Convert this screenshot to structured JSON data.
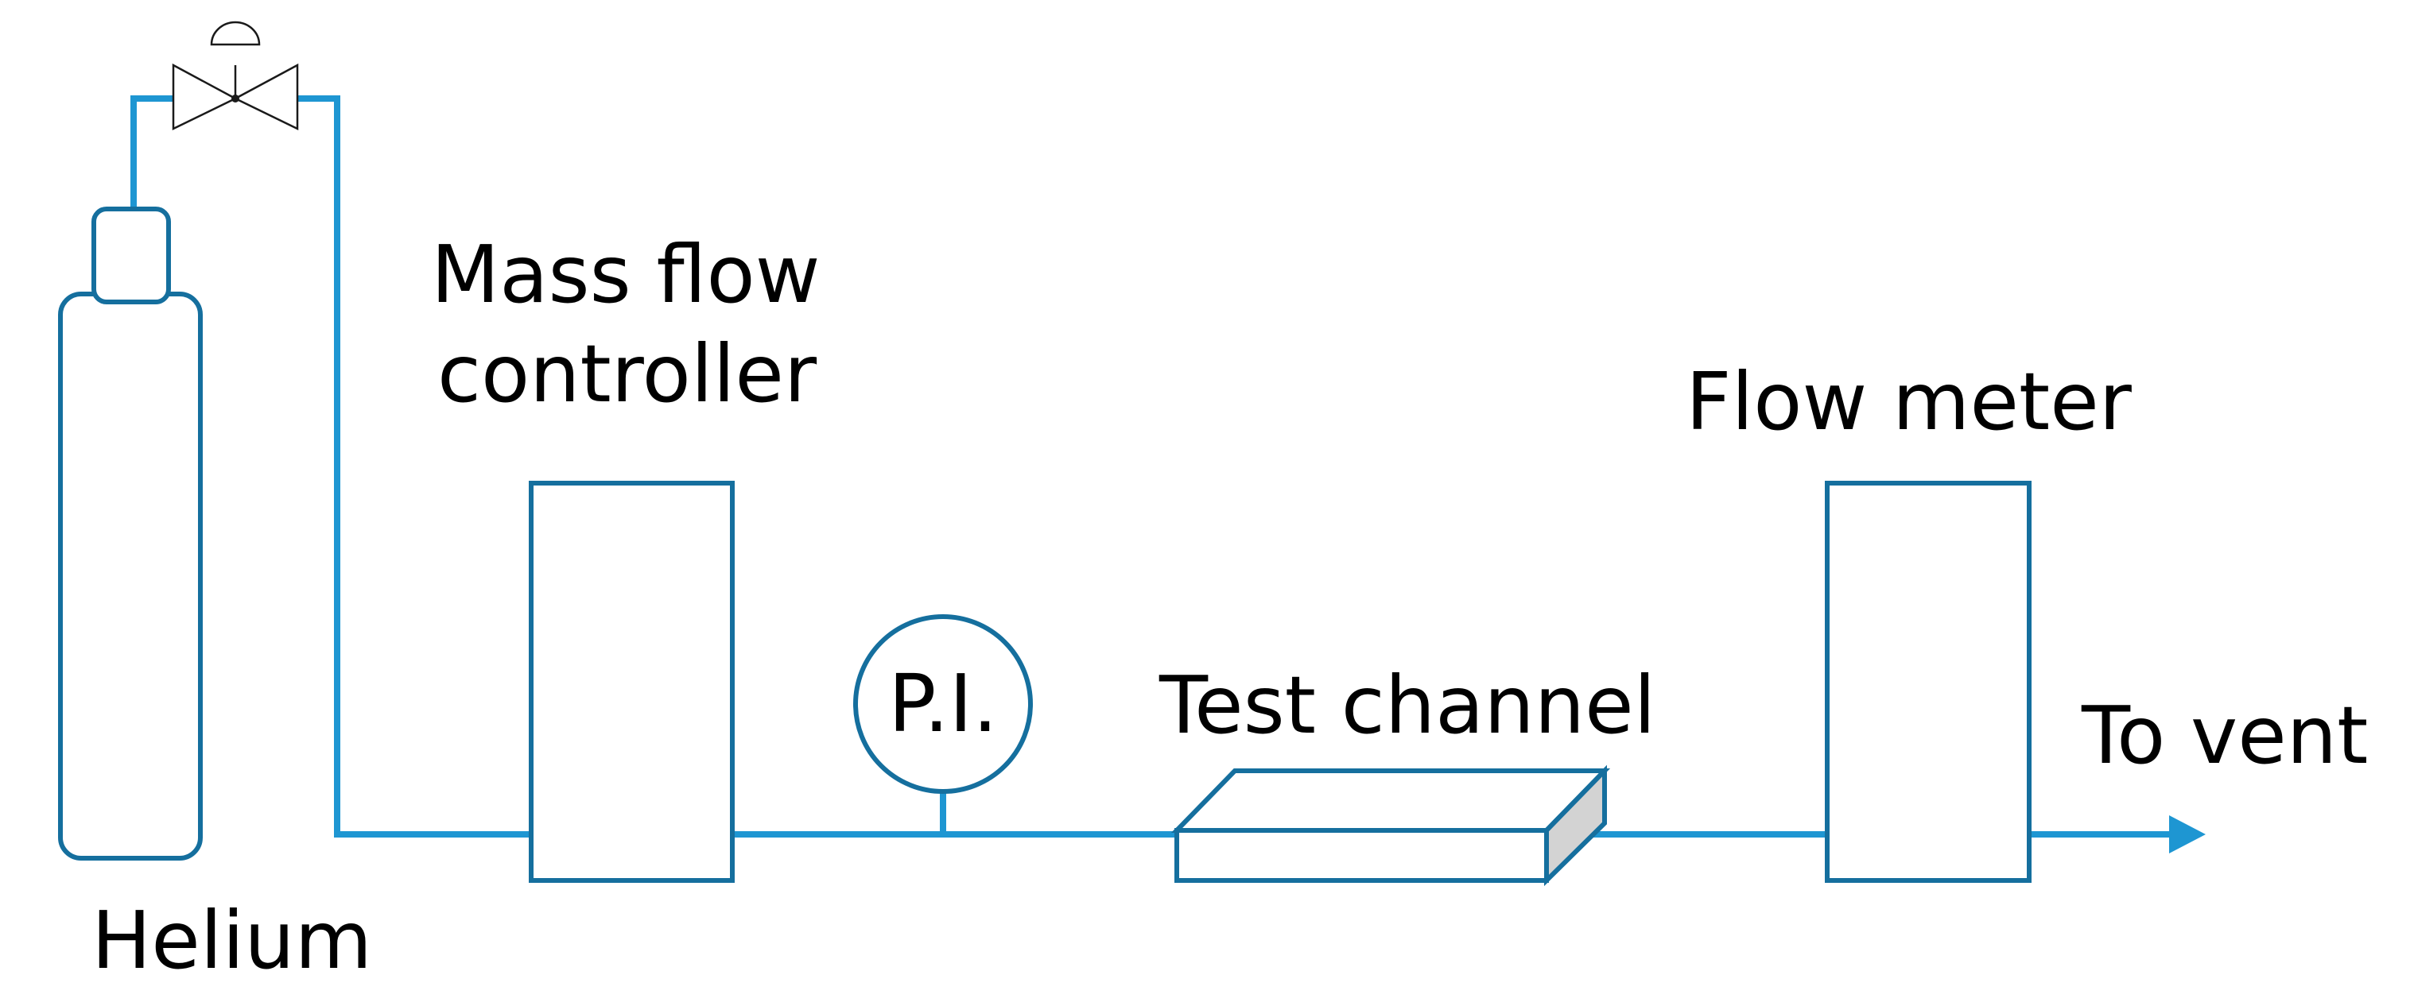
{
  "diagram": {
    "labels": {
      "helium": "Helium",
      "mfc_line1": "Mass flow",
      "mfc_line2": "controller",
      "pressure_indicator": "P.I.",
      "test_channel": "Test channel",
      "flow_meter": "Flow meter",
      "to_vent": "To vent"
    },
    "colors": {
      "pipe": "#1e96d2",
      "outline": "#156f9e",
      "channel_end_face": "#d3d3d3"
    }
  }
}
